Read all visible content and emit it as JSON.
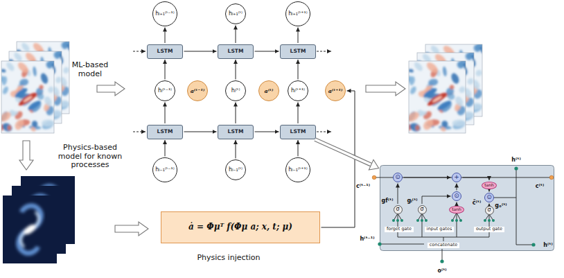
{
  "diagram": {
    "nodes": [
      {
        "text": [
          "hₗ₊₁⁽ᵗ⁻¹⁾"
        ]
      },
      {
        "text": [
          "hₗ₊₁⁽ᵗ⁾"
        ]
      },
      {
        "text": [
          "hₗ₊₁⁽ᵗ⁺¹⁾"
        ]
      },
      {
        "text": [
          "LSTM"
        ]
      },
      {
        "text": [
          "LSTM"
        ]
      },
      {
        "text": [
          "LSTM"
        ]
      },
      {
        "text": [
          "hₗ⁽ᵗ⁻¹⁾"
        ]
      },
      {
        "text": [
          "a⁽ᵗ⁻¹⁾"
        ]
      },
      {
        "text": [
          "hₗ⁽ᵗ⁾"
        ]
      },
      {
        "text": [
          "a⁽ᵗ⁾"
        ]
      },
      {
        "text": [
          "hₗ⁽ᵗ⁺¹⁾"
        ]
      },
      {
        "text": [
          "a⁽ᵗ⁺¹⁾"
        ]
      },
      {
        "text": [
          "LSTM"
        ]
      },
      {
        "text": [
          "LSTM"
        ]
      },
      {
        "text": [
          "LSTM"
        ]
      },
      {
        "text": [
          "hₗ₋₁⁽ᵗ⁻¹⁾"
        ]
      },
      {
        "text": [
          "hₗ₋₁⁽ᵗ⁾"
        ]
      },
      {
        "text": [
          "hₗ₋₁⁽ᵗ⁺¹⁾"
        ]
      },
      {
        "text": [
          "forget gate",
          "input gates",
          "output gate",
          "concatenate"
        ]
      },
      {
        "text": [
          "ȧ = Φμᵀ f(Φμ a; x, t; μ)"
        ]
      },
      {
        "text": [
          "⊙"
        ],
        "in": 18
      },
      {
        "text": [
          "+"
        ],
        "in": 18
      },
      {
        "text": [
          "⊙"
        ],
        "in": 18
      },
      {
        "text": [
          "tanh"
        ],
        "in": 18
      },
      {
        "text": [
          "⊙"
        ],
        "in": 18
      },
      {
        "text": [
          "σ"
        ],
        "in": 18
      },
      {
        "text": [
          "σ"
        ],
        "in": 18
      },
      {
        "text": [
          "tanh"
        ],
        "in": 18
      },
      {
        "text": [
          "σ"
        ],
        "in": 18
      }
    ],
    "edges": [
      {
        "from": 15,
        "to": 12,
        "arrow": "to"
      },
      {
        "from": 12,
        "to": 6,
        "arrow": "to"
      },
      {
        "from": 6,
        "to": 3,
        "arrow": "to"
      },
      {
        "from": 3,
        "to": 0,
        "arrow": "to"
      },
      {
        "from": 16,
        "to": 13,
        "arrow": "to"
      },
      {
        "from": 13,
        "to": 8,
        "arrow": "to"
      },
      {
        "from": 8,
        "to": 4,
        "arrow": "to"
      },
      {
        "from": 4,
        "to": 1,
        "arrow": "to"
      },
      {
        "from": 17,
        "to": 14,
        "arrow": "to"
      },
      {
        "from": 14,
        "to": 10,
        "arrow": "to"
      },
      {
        "from": 10,
        "to": 5,
        "arrow": "to"
      },
      {
        "from": 5,
        "to": 2,
        "arrow": "to"
      },
      {
        "from": 3,
        "to": 4,
        "arrow": "to"
      },
      {
        "from": 4,
        "to": 5,
        "arrow": "to"
      },
      {
        "from": 12,
        "to": 13,
        "arrow": "to"
      },
      {
        "from": 13,
        "to": 14,
        "arrow": "to"
      },
      {
        "from": 19,
        "to": 11,
        "arrow": "to"
      },
      {
        "from": 14,
        "to": 18,
        "arrow": "to"
      },
      {
        "from": 25,
        "to": 20,
        "arrow": "to"
      },
      {
        "from": 20,
        "to": 21,
        "arrow": "to"
      },
      {
        "from": 26,
        "to": 22,
        "arrow": "to"
      },
      {
        "from": 27,
        "to": 22,
        "arrow": "to"
      },
      {
        "from": 22,
        "to": 21,
        "arrow": "to"
      },
      {
        "from": 21,
        "to": 23,
        "arrow": "to"
      },
      {
        "from": 23,
        "to": 24,
        "arrow": "to"
      },
      {
        "from": 28,
        "to": 24,
        "arrow": "to"
      }
    ],
    "labels": [
      "ML-based model",
      "Physics-based model for known processes",
      "Physics injection",
      "c⁽ᵗ⁻¹⁾",
      "c⁽ᵗ⁾",
      "h⁽ᵗ⁾",
      "h⁽ᵗ⁾",
      "gf⁽ᵗ⁾",
      "gᵢ⁽ᵗ⁾",
      "c̃⁽ᵗ⁾",
      "gₒ⁽ᵗ⁾",
      "h⁽ᵗ⁻¹⁾",
      "o⁽ᵗ⁾"
    ]
  }
}
